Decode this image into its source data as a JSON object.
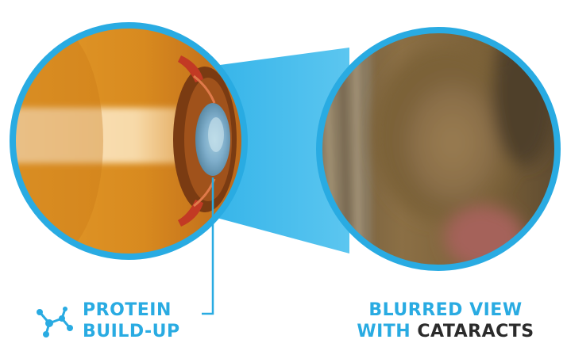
{
  "colors": {
    "accent": "#29abe2",
    "dark_text": "#2b2b2b",
    "background": "#ffffff"
  },
  "icons": {
    "molecule": "molecule-icon"
  },
  "labels": {
    "protein_line1": "PROTEIN",
    "protein_line2": "BUILD-UP",
    "blurred_line1": "BLURRED VIEW",
    "blurred_with": "WITH ",
    "blurred_cataracts": "CATARACTS"
  }
}
